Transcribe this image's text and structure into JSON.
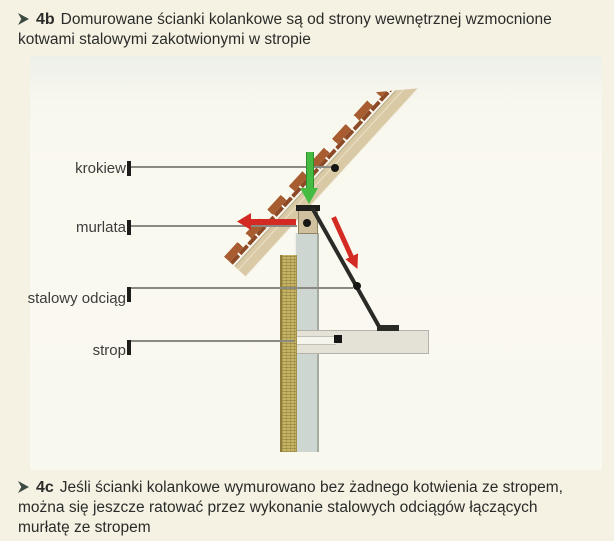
{
  "captions": {
    "top": {
      "id": "4b",
      "lines": [
        "Domurowane ścianki kolankowe są od strony wewnętrznej wzmocnione",
        "kotwami stalowymi zakotwionymi w stropie"
      ]
    },
    "bottom": {
      "id": "4c",
      "lines": [
        "Jeśli ścianki kolankowe wymurowano bez żadnego kotwienia ze stropem,",
        "można się jeszcze ratować przez wykonanie stalowych odciągów łączących",
        "murłatę ze stropem"
      ]
    }
  },
  "diagram": {
    "labels": [
      {
        "key": "krokiew",
        "text": "krokiew"
      },
      {
        "key": "murlata",
        "text": "murlata"
      },
      {
        "key": "stalowy-odciag",
        "text": "stalowy odciąg"
      },
      {
        "key": "strop",
        "text": "strop"
      }
    ],
    "colors": {
      "background": "#f5f2e4",
      "panel": "#f9f8ef",
      "rafter_wood": "#d9c9a4",
      "roof_tiles": "#a85d31",
      "batten": "#8d4a27",
      "wall_concrete": "#ced6d2",
      "insulation": "#c5b464",
      "slab": "#e4e2d7",
      "steel_tie": "#2a2a27",
      "arrow_green": "#45bb41",
      "arrow_red": "#d32b24",
      "chevron": "#3c4a42"
    }
  }
}
